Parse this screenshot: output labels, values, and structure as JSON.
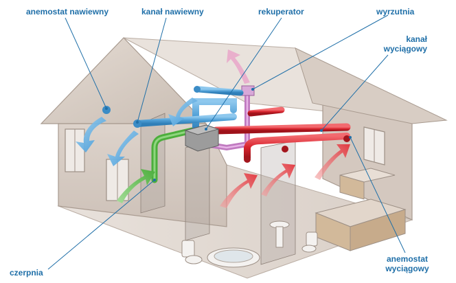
{
  "labels": {
    "anemostat_nawiewny": "anemostat nawiewny",
    "kanal_nawiewny": "kanał nawiewny",
    "rekuperator": "rekuperator",
    "wyrzutnia": "wyrzutnia",
    "kanal_wyciagowy_line1": "kanał",
    "kanal_wyciagowy_line2": "wyciągowy",
    "czerpnia": "czerpnia",
    "anemostat_wyciagowy_line1": "anemostat",
    "anemostat_wyciagowy_line2": "wyciągowy"
  },
  "colors": {
    "label": "#1f6fa8",
    "supply_duct": "#5ba8dc",
    "extract_duct": "#d9252f",
    "intake_duct": "#5cb54a",
    "exhaust_duct": "#c07ac0",
    "house_wall": "#d7ccc4",
    "house_roof": "#cfc4bb",
    "leader_line": "#1f6fa8"
  }
}
